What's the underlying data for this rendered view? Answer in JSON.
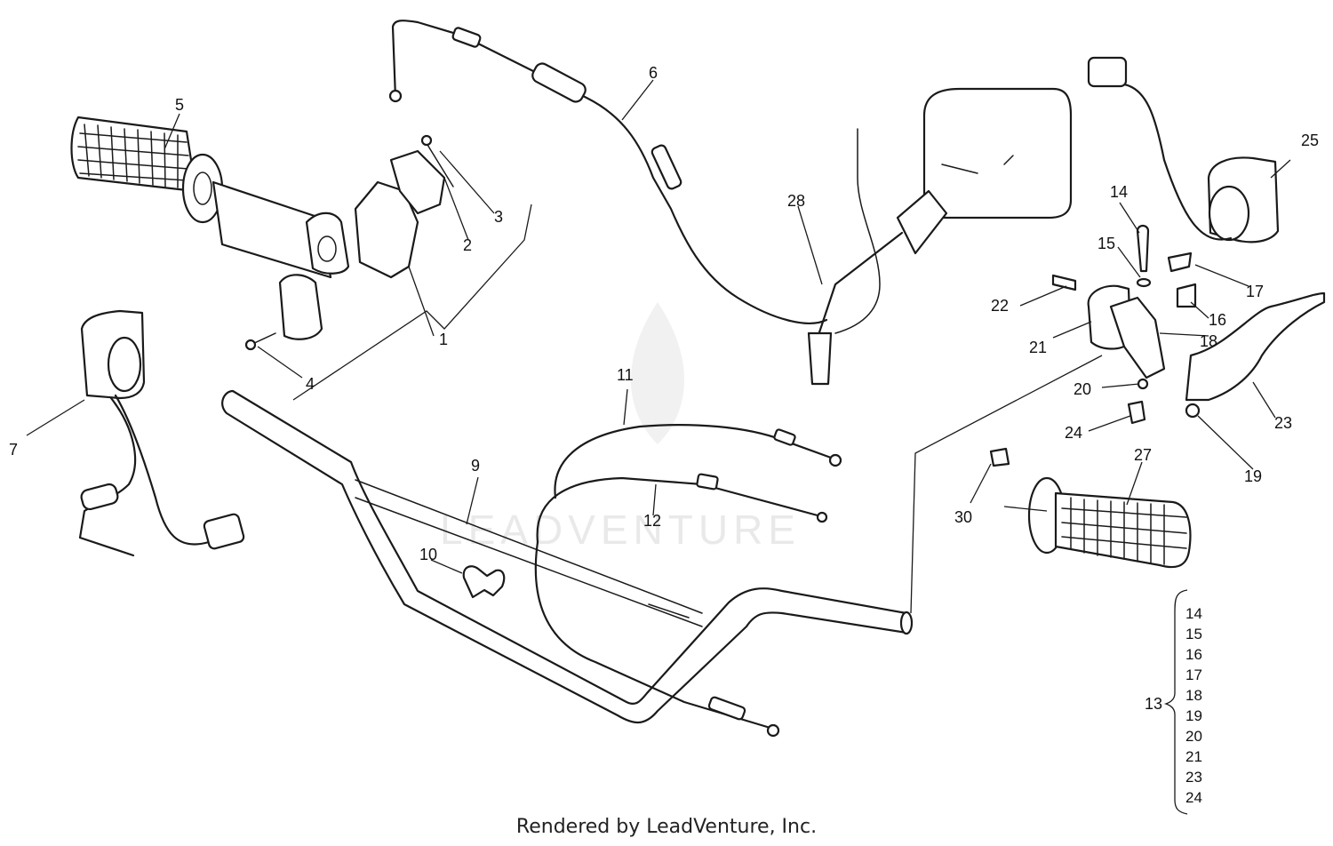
{
  "watermark": "LEADVENTURE",
  "footer": "Rendered by LeadVenture, Inc.",
  "callouts": {
    "c1": "1",
    "c2": "2",
    "c3": "3",
    "c4": "4",
    "c5": "5",
    "c6": "6",
    "c7": "7",
    "c9": "9",
    "c10": "10",
    "c11": "11",
    "c12": "12",
    "c13": "13",
    "c14": "14",
    "c15": "15",
    "c16": "16",
    "c17": "17",
    "c18": "18",
    "c19": "19",
    "c20": "20",
    "c21": "21",
    "c22": "22",
    "c23": "23",
    "c24": "24",
    "c25": "25",
    "c27": "27",
    "c28": "28",
    "c30": "30"
  },
  "assembly_13": {
    "label": "13",
    "items": [
      "14",
      "15",
      "16",
      "17",
      "18",
      "19",
      "20",
      "21",
      "23",
      "24"
    ]
  }
}
